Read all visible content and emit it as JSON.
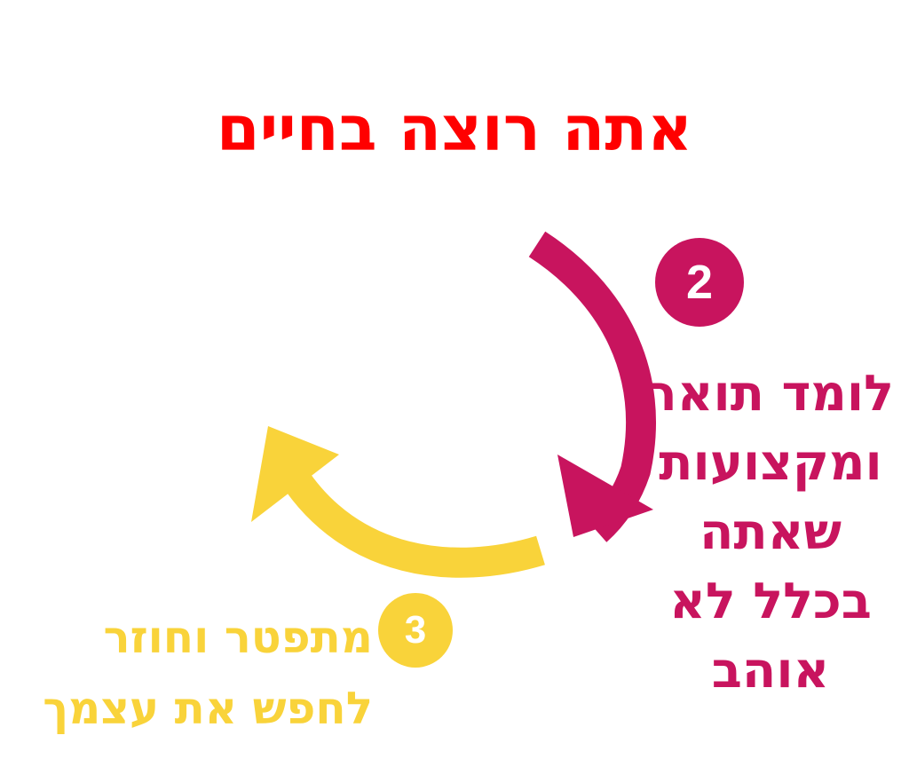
{
  "title": "אתה רוצה בחיים",
  "colors": {
    "title": "#ff0000",
    "step2": "#c8145e",
    "step3": "#f9d33a",
    "background": "#ffffff"
  },
  "steps": [
    {
      "number": "2",
      "lines": [
        "לומד תואר",
        "ומקצועות",
        "שאתה",
        "בכלל לא",
        "אוהב"
      ]
    },
    {
      "number": "3",
      "lines": [
        "מתפטר וחוזר",
        "לחפש את עצמך"
      ]
    }
  ],
  "icons": [
    "magenta-curved-arrow-icon",
    "yellow-curved-arrow-icon"
  ]
}
